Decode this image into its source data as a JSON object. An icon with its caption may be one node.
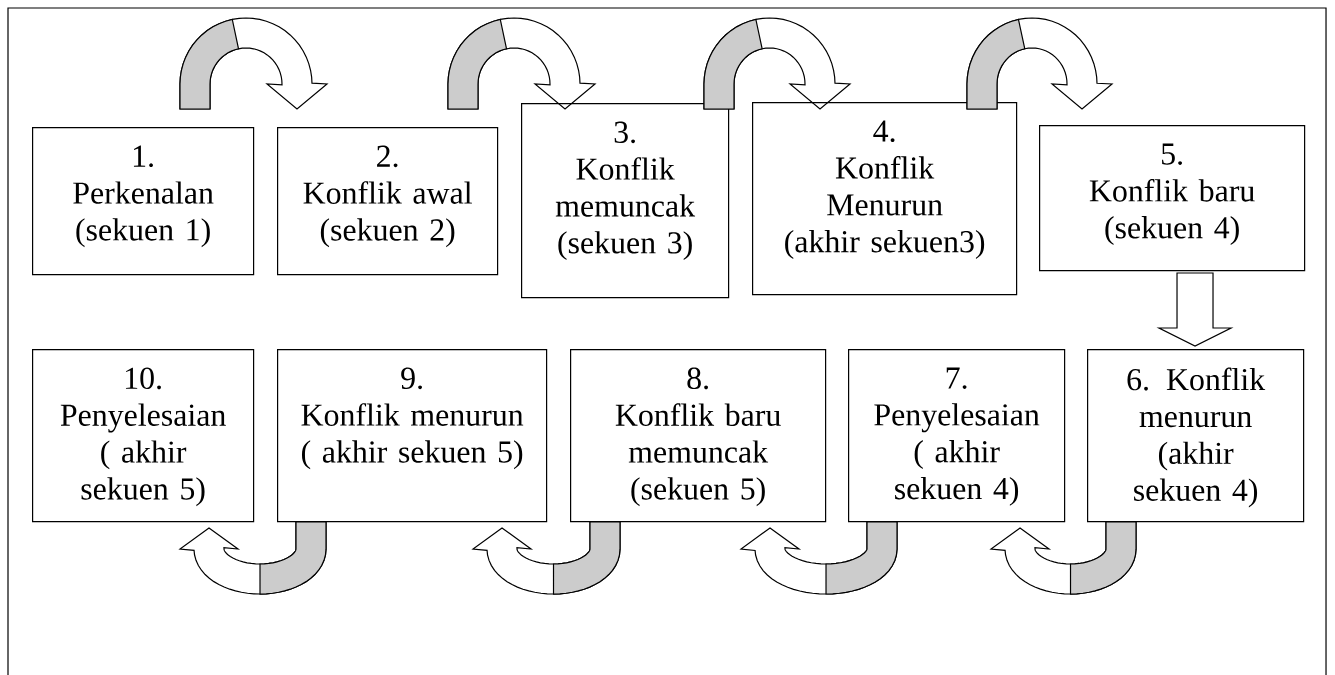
{
  "diagram": {
    "nodes": [
      {
        "text": [
          "1.",
          "Perkenalan (sekuen 1)"
        ]
      },
      {
        "text": [
          "2.",
          "Konflik awal (sekuen 2)"
        ]
      },
      {
        "text": [
          "3.",
          "Konflik memuncak (sekuen 3)"
        ]
      },
      {
        "text": [
          "4.",
          "Konflik Menurun (akhir sekuen3)"
        ]
      },
      {
        "text": [
          "5.",
          "Konflik baru (sekuen 4)"
        ]
      },
      {
        "text": [
          "6. Konflik menurun (akhir sekuen 4)"
        ]
      },
      {
        "text": [
          "7.",
          "Penyelesaian ( akhir sekuen 4)"
        ]
      },
      {
        "text": [
          "8.",
          "Konflik baru memuncak (sekuen 5)"
        ]
      },
      {
        "text": [
          "9.",
          "Konflik menurun ( akhir sekuen 5)"
        ]
      },
      {
        "text": [
          "10.",
          "Penyelesaian ( akhir sekuen 5)"
        ]
      }
    ],
    "edges": [
      {
        "from": 0,
        "to": 1,
        "arrow": "to"
      },
      {
        "from": 1,
        "to": 2,
        "arrow": "to"
      },
      {
        "from": 2,
        "to": 3,
        "arrow": "to"
      },
      {
        "from": 3,
        "to": 4,
        "arrow": "to"
      },
      {
        "from": 4,
        "to": 5,
        "arrow": "to"
      },
      {
        "from": 5,
        "to": 6,
        "arrow": "to"
      },
      {
        "from": 6,
        "to": 7,
        "arrow": "to"
      },
      {
        "from": 7,
        "to": 8,
        "arrow": "to"
      },
      {
        "from": 8,
        "to": 9,
        "arrow": "to"
      }
    ]
  }
}
